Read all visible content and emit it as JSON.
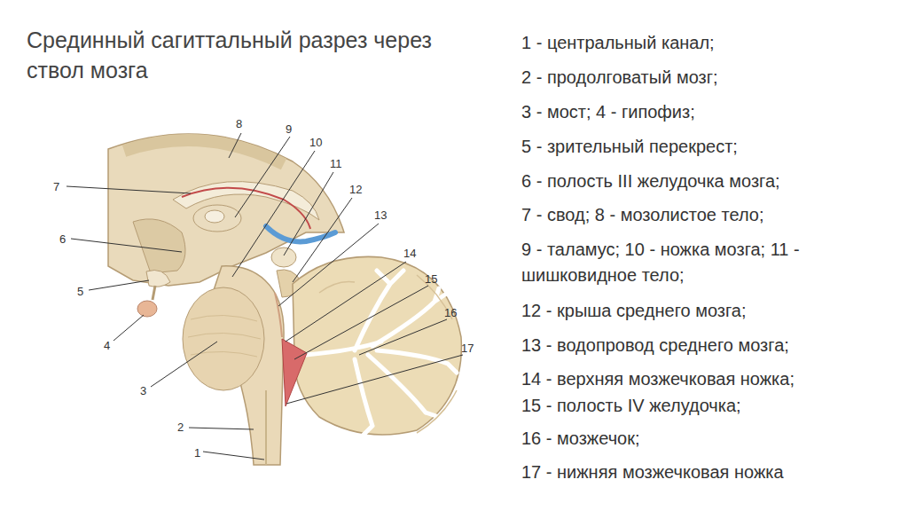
{
  "diagram": {
    "title": "Срединный сагиттальный разрез через ствол мозга",
    "labels": [
      "1",
      "2",
      "3",
      "4",
      "5",
      "6",
      "7",
      "8",
      "9",
      "10",
      "11",
      "12",
      "13",
      "14",
      "15",
      "16",
      "17",
      "1 - центральный канал;",
      "2 - продолговатый мозг;",
      "3 - мост; 4 - гипофиз;",
      "5 - зрительный перекрест;",
      "6 - полость III желудочка мозга;",
      "7 - свод; 8 - мозолистое тело;",
      "9 - таламус; 10 - ножка мозга; 11 - шишковидное тело;",
      "12 - крыша среднего мозга;",
      "13 - водопровод среднего мозга;",
      "14 - верхняя мозжечковая ножка;",
      "15 - полость IV желудочка;",
      "16 - мозжечок;",
      "17 - нижняя мозжечковая ножка"
    ]
  }
}
